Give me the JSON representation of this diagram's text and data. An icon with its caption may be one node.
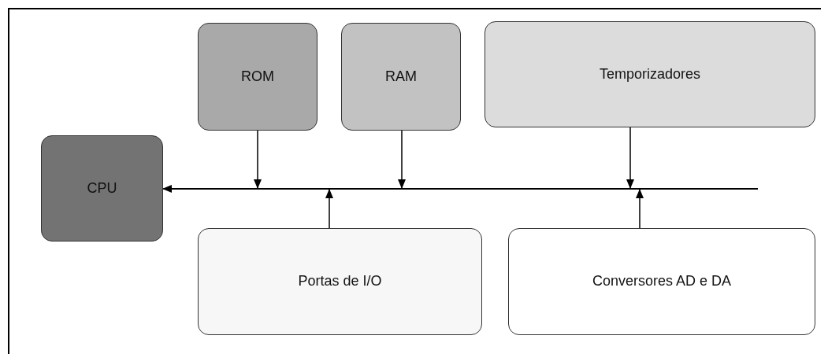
{
  "diagram": {
    "nodes": [
      {
        "text": [
          "CPU"
        ]
      },
      {
        "text": [
          "ROM"
        ]
      },
      {
        "text": [
          "RAM"
        ]
      },
      {
        "text": [
          "Temporizadores"
        ]
      },
      {
        "text": [],
        "shape": "bar"
      },
      {
        "text": [
          "Portas de I/O"
        ]
      },
      {
        "text": [
          "Conversores AD e DA"
        ]
      }
    ],
    "edges": [
      {
        "from": 1,
        "to": 4,
        "arrow": "to"
      },
      {
        "from": 2,
        "to": 4,
        "arrow": "to"
      },
      {
        "from": 3,
        "to": 4,
        "arrow": "to"
      },
      {
        "from": 5,
        "to": 4,
        "arrow": "to"
      },
      {
        "from": 6,
        "to": 4,
        "arrow": "to"
      },
      {
        "from": 4,
        "to": 0,
        "arrow": "to"
      }
    ]
  }
}
